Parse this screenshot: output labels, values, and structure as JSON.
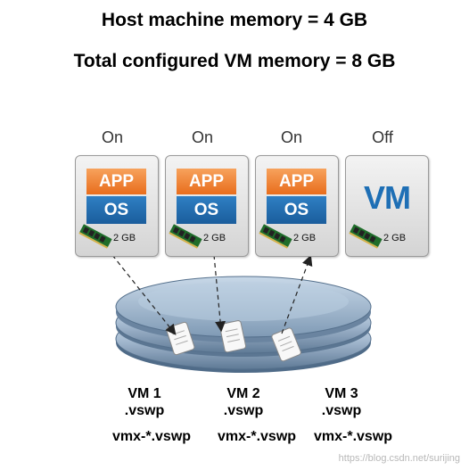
{
  "titles": {
    "host_memory": "Host machine memory = 4 GB",
    "vm_memory": "Total configured VM memory = 8 GB"
  },
  "vms": [
    {
      "state": "On",
      "app": "APP",
      "os": "OS",
      "memory": "2 GB"
    },
    {
      "state": "On",
      "app": "APP",
      "os": "OS",
      "memory": "2 GB"
    },
    {
      "state": "On",
      "app": "APP",
      "os": "OS",
      "memory": "2 GB"
    },
    {
      "state": "Off",
      "logo": "VM",
      "memory": "2 GB"
    }
  ],
  "swap_files": [
    {
      "vm": "VM 1",
      "file": ".vswp",
      "vmx": "vmx-*.vswp"
    },
    {
      "vm": "VM 2",
      "file": ".vswp",
      "vmx": "vmx-*.vswp"
    },
    {
      "vm": "VM 3",
      "file": ".vswp",
      "vmx": "vmx-*.vswp"
    }
  ],
  "watermark": "https://blog.csdn.net/surijing",
  "colors": {
    "app_orange": "#e86d1c",
    "os_blue": "#1a5d9c",
    "vm_logo_blue": "#1e6fb5",
    "datastore_blue": "#9fb9d3"
  },
  "icons": {
    "ram": "ram-module-icon",
    "datastore": "datastore-disk-icon",
    "swap_file": "swap-file-scroll-icon"
  }
}
